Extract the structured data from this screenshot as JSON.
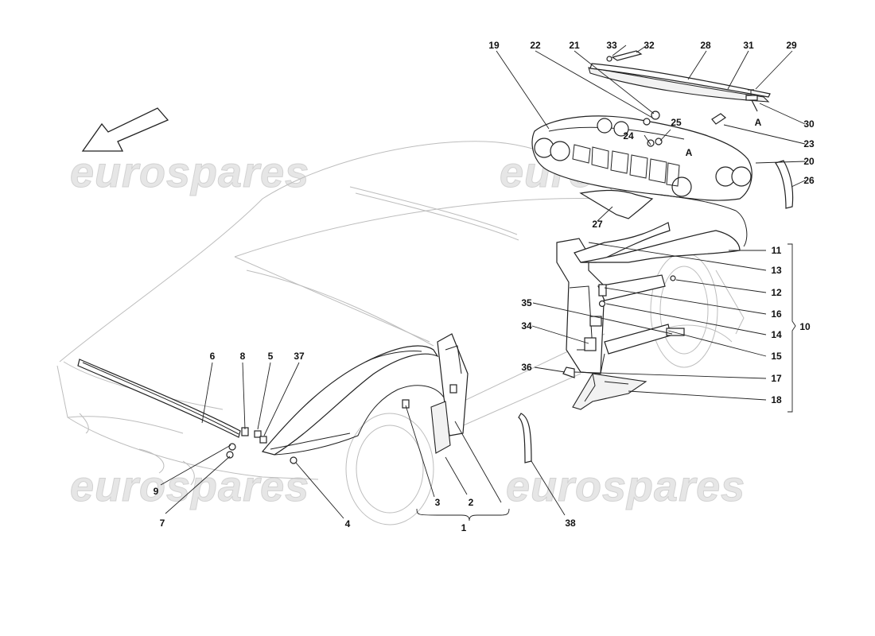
{
  "watermark": {
    "text": "eurospares"
  },
  "callouts": {
    "c1": "1",
    "c2": "2",
    "c3": "3",
    "c4": "4",
    "c5": "5",
    "c6": "6",
    "c7": "7",
    "c8": "8",
    "c9": "9",
    "c10": "10",
    "c11": "11",
    "c12": "12",
    "c13": "13",
    "c14": "14",
    "c15": "15",
    "c16": "16",
    "c17": "17",
    "c18": "18",
    "c19": "19",
    "c20": "20",
    "c21": "21",
    "c22": "22",
    "c23": "23",
    "c24": "24",
    "c25": "25",
    "c26": "26",
    "c27": "27",
    "c28": "28",
    "c29": "29",
    "c30": "30",
    "c31": "31",
    "c32": "32",
    "c33": "33",
    "c34": "34",
    "c35": "35",
    "c36": "36",
    "c37": "37",
    "c38": "38",
    "detail_a": "A"
  }
}
